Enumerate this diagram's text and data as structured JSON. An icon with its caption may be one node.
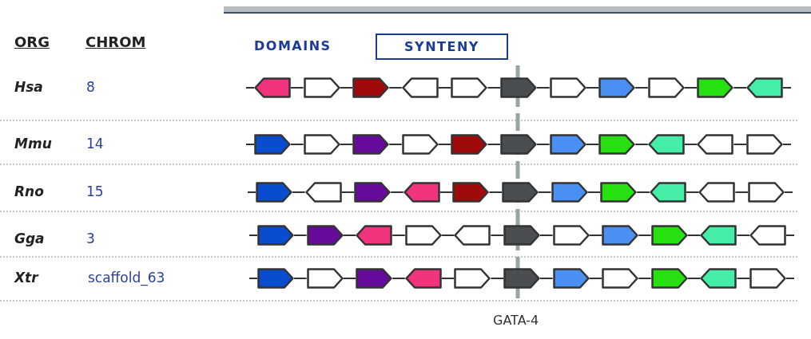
{
  "diagram": {
    "nodes": [
      {
        "text": [
          "SYNTENY"
        ]
      },
      {
        "text": [],
        "shape": "pentagon"
      },
      {
        "text": [],
        "shape": "pentagon"
      },
      {
        "text": [],
        "shape": "pentagon"
      },
      {
        "text": [],
        "shape": "pentagon"
      },
      {
        "text": [],
        "shape": "pentagon"
      },
      {
        "text": [],
        "shape": "pentagon"
      },
      {
        "text": [],
        "shape": "pentagon"
      },
      {
        "text": [],
        "shape": "pentagon"
      },
      {
        "text": [],
        "shape": "pentagon"
      },
      {
        "text": [],
        "shape": "pentagon"
      },
      {
        "text": [],
        "shape": "pentagon"
      },
      {
        "text": [],
        "shape": "pentagon"
      },
      {
        "text": [],
        "shape": "pentagon"
      },
      {
        "text": [],
        "shape": "pentagon"
      },
      {
        "text": [],
        "shape": "pentagon"
      },
      {
        "text": [],
        "shape": "pentagon"
      },
      {
        "text": [],
        "shape": "pentagon"
      },
      {
        "text": [],
        "shape": "pentagon"
      },
      {
        "text": [],
        "shape": "pentagon"
      },
      {
        "text": [],
        "shape": "pentagon"
      },
      {
        "text": [],
        "shape": "pentagon"
      },
      {
        "text": [],
        "shape": "pentagon"
      },
      {
        "text": [],
        "shape": "pentagon"
      },
      {
        "text": [],
        "shape": "pentagon"
      },
      {
        "text": [],
        "shape": "pentagon"
      },
      {
        "text": [],
        "shape": "pentagon"
      },
      {
        "text": [],
        "shape": "pentagon"
      },
      {
        "text": [],
        "shape": "pentagon"
      },
      {
        "text": [],
        "shape": "pentagon"
      },
      {
        "text": [],
        "shape": "pentagon"
      },
      {
        "text": [],
        "shape": "pentagon"
      },
      {
        "text": [],
        "shape": "pentagon"
      },
      {
        "text": [],
        "shape": "pentagon"
      },
      {
        "text": [],
        "shape": "pentagon"
      },
      {
        "text": [],
        "shape": "pentagon"
      },
      {
        "text": [],
        "shape": "pentagon"
      },
      {
        "text": [],
        "shape": "pentagon"
      },
      {
        "text": [],
        "shape": "pentagon"
      },
      {
        "text": [],
        "shape": "pentagon"
      },
      {
        "text": [],
        "shape": "pentagon"
      },
      {
        "text": [],
        "shape": "pentagon"
      },
      {
        "text": [],
        "shape": "pentagon"
      },
      {
        "text": [],
        "shape": "pentagon"
      },
      {
        "text": [],
        "shape": "pentagon"
      },
      {
        "text": [],
        "shape": "pentagon"
      },
      {
        "text": [],
        "shape": "pentagon"
      },
      {
        "text": [],
        "shape": "pentagon"
      },
      {
        "text": [],
        "shape": "pentagon"
      },
      {
        "text": [],
        "shape": "pentagon"
      },
      {
        "text": [],
        "shape": "pentagon"
      },
      {
        "text": [],
        "shape": "pentagon"
      },
      {
        "text": [],
        "shape": "pentagon"
      },
      {
        "text": [],
        "shape": "pentagon"
      },
      {
        "text": [],
        "shape": "pentagon"
      },
      {
        "text": [],
        "shape": "pentagon"
      }
    ],
    "edges": [
      {
        "from": 1,
        "to": 2,
        "arrow": "none"
      },
      {
        "from": 2,
        "to": 3,
        "arrow": "none"
      },
      {
        "from": 3,
        "to": 4,
        "arrow": "none"
      },
      {
        "from": 4,
        "to": 5,
        "arrow": "none"
      },
      {
        "from": 5,
        "to": 6,
        "arrow": "none"
      },
      {
        "from": 6,
        "to": 7,
        "arrow": "none"
      },
      {
        "from": 7,
        "to": 8,
        "arrow": "none"
      },
      {
        "from": 8,
        "to": 9,
        "arrow": "none"
      },
      {
        "from": 9,
        "to": 10,
        "arrow": "none"
      },
      {
        "from": 10,
        "to": 11,
        "arrow": "none"
      },
      {
        "from": 12,
        "to": 13,
        "arrow": "none"
      },
      {
        "from": 13,
        "to": 14,
        "arrow": "none"
      },
      {
        "from": 14,
        "to": 15,
        "arrow": "none"
      },
      {
        "from": 15,
        "to": 16,
        "arrow": "none"
      },
      {
        "from": 16,
        "to": 17,
        "arrow": "none"
      },
      {
        "from": 17,
        "to": 18,
        "arrow": "none"
      },
      {
        "from": 18,
        "to": 19,
        "arrow": "none"
      },
      {
        "from": 19,
        "to": 20,
        "arrow": "none"
      },
      {
        "from": 20,
        "to": 21,
        "arrow": "none"
      },
      {
        "from": 21,
        "to": 22,
        "arrow": "none"
      },
      {
        "from": 23,
        "to": 24,
        "arrow": "none"
      },
      {
        "from": 24,
        "to": 25,
        "arrow": "none"
      },
      {
        "from": 25,
        "to": 26,
        "arrow": "none"
      },
      {
        "from": 26,
        "to": 27,
        "arrow": "none"
      },
      {
        "from": 27,
        "to": 28,
        "arrow": "none"
      },
      {
        "from": 28,
        "to": 29,
        "arrow": "none"
      },
      {
        "from": 29,
        "to": 30,
        "arrow": "none"
      },
      {
        "from": 30,
        "to": 31,
        "arrow": "none"
      },
      {
        "from": 31,
        "to": 32,
        "arrow": "none"
      },
      {
        "from": 32,
        "to": 33,
        "arrow": "none"
      },
      {
        "from": 34,
        "to": 35,
        "arrow": "none"
      },
      {
        "from": 35,
        "to": 36,
        "arrow": "none"
      },
      {
        "from": 36,
        "to": 37,
        "arrow": "none"
      },
      {
        "from": 37,
        "to": 38,
        "arrow": "none"
      },
      {
        "from": 38,
        "to": 39,
        "arrow": "none"
      },
      {
        "from": 39,
        "to": 40,
        "arrow": "none"
      },
      {
        "from": 40,
        "to": 41,
        "arrow": "none"
      },
      {
        "from": 41,
        "to": 42,
        "arrow": "none"
      },
      {
        "from": 42,
        "to": 43,
        "arrow": "none"
      },
      {
        "from": 43,
        "to": 44,
        "arrow": "none"
      },
      {
        "from": 45,
        "to": 46,
        "arrow": "none"
      },
      {
        "from": 46,
        "to": 47,
        "arrow": "none"
      },
      {
        "from": 47,
        "to": 48,
        "arrow": "none"
      },
      {
        "from": 48,
        "to": 49,
        "arrow": "none"
      },
      {
        "from": 49,
        "to": 50,
        "arrow": "none"
      },
      {
        "from": 50,
        "to": 51,
        "arrow": "none"
      },
      {
        "from": 51,
        "to": 52,
        "arrow": "none"
      },
      {
        "from": 52,
        "to": 53,
        "arrow": "none"
      },
      {
        "from": 53,
        "to": 54,
        "arrow": "none"
      },
      {
        "from": 54,
        "to": 55,
        "arrow": "none"
      }
    ],
    "labels": [
      "ORG",
      "CHROM",
      "DOMAINS",
      "Hsa",
      "8",
      "Mmu",
      "14",
      "Rno",
      "15",
      "Gga",
      "3",
      "Xtr",
      "scaffold_63",
      "GATA-4"
    ]
  }
}
